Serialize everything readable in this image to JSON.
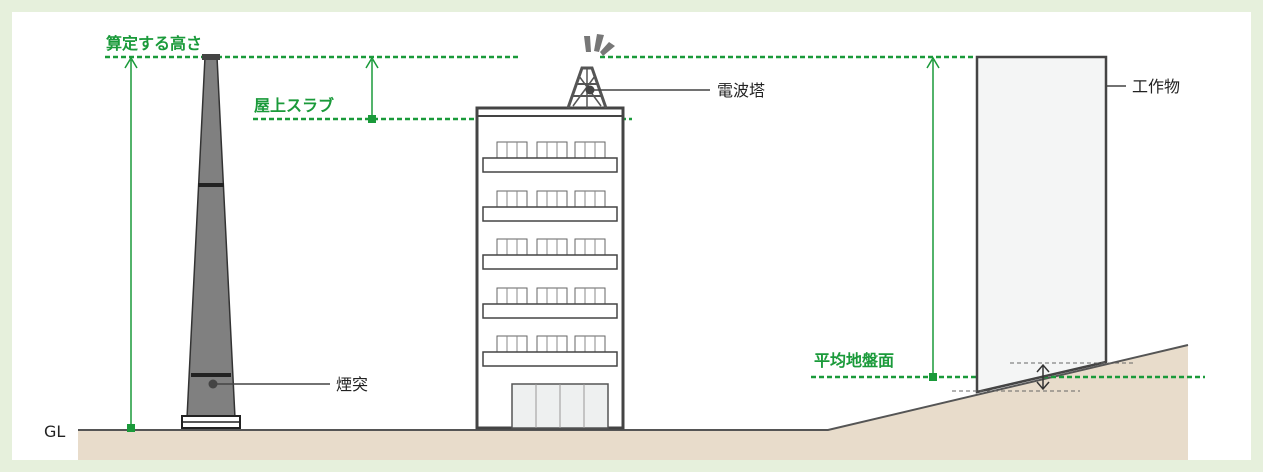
{
  "labels": {
    "calc_height": "算定する高さ",
    "roof_slab": "屋上スラブ",
    "radio_tower": "電波塔",
    "structure": "工作物",
    "avg_ground": "平均地盤面",
    "chimney": "煙突",
    "gl": "GL"
  },
  "colors": {
    "background": "#e6f0dc",
    "guide_green": "#1a9a3a",
    "chimney_fill": "#808080",
    "outline": "#444444",
    "ground_fill": "#e8dccb"
  }
}
